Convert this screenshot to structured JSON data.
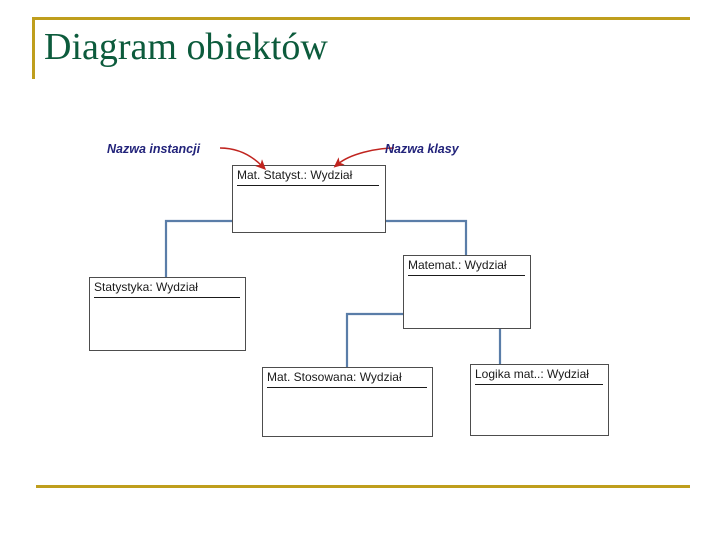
{
  "slide": {
    "title": "Diagram obiektów",
    "title_color": "#0c5b3c",
    "rule_color": "#bf9e1d",
    "background_color": "#ffffff"
  },
  "diagram": {
    "box_border_color": "#4d4d4d",
    "connector_color": "#5a7da8",
    "arrow_color": "#c0241f",
    "annotation_color": "#22237a",
    "objects": [
      {
        "id": "mat-statyst",
        "label": "Mat. Statyst.: Wydział",
        "instance_name": "Mat. Statyst.",
        "class_name": "Wydział"
      },
      {
        "id": "statystyka",
        "label": "Statystyka: Wydział",
        "instance_name": "Statystyka",
        "class_name": "Wydział"
      },
      {
        "id": "matemat",
        "label": "Matemat.: Wydział",
        "instance_name": "Matemat.",
        "class_name": "Wydział"
      },
      {
        "id": "mat-stosowana",
        "label": "Mat. Stosowana: Wydział",
        "instance_name": "Mat. Stosowana",
        "class_name": "Wydział"
      },
      {
        "id": "logika-mat",
        "label": "Logika mat..: Wydział",
        "instance_name": "Logika mat..",
        "class_name": "Wydział"
      }
    ],
    "annotations": [
      {
        "id": "nazwa-instancji",
        "label": "Nazwa instancji",
        "points_to": "mat-statyst-instance-name"
      },
      {
        "id": "nazwa-klasy",
        "label": "Nazwa klasy",
        "points_to": "mat-statyst-class-name"
      }
    ],
    "links": [
      {
        "from": "mat-statyst",
        "to": "statystyka"
      },
      {
        "from": "mat-statyst",
        "to": "matemat"
      },
      {
        "from": "matemat",
        "to": "mat-stosowana"
      },
      {
        "from": "matemat",
        "to": "logika-mat"
      }
    ]
  }
}
